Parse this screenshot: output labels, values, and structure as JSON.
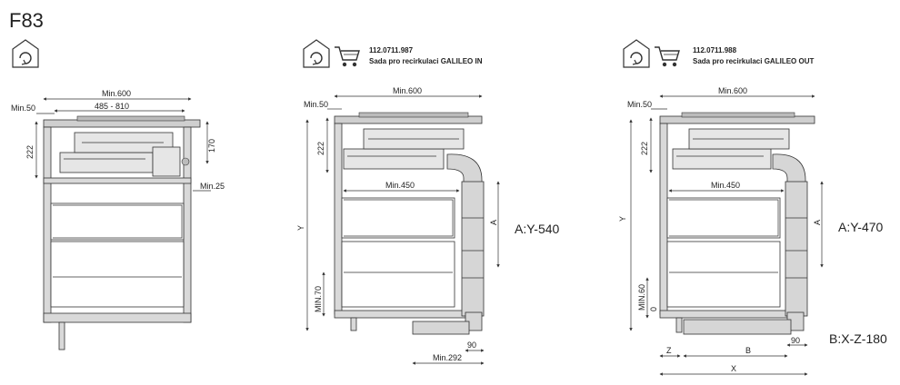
{
  "model": "F83",
  "panels": [
    {
      "part_number": "",
      "part_name": "",
      "dims": {
        "min_width": "Min.600",
        "min_front": "Min.50",
        "range": "485  -  810",
        "height_left": "222",
        "height_right": "170",
        "min_back": "Min.25"
      }
    },
    {
      "part_number": "112.0711.987",
      "part_name": "Sada pro recirkulaci GALILEO IN",
      "dims": {
        "min_width": "Min.600",
        "min_front": "Min.50",
        "height_left": "222",
        "min_inner": "Min.450",
        "y_label": "Y",
        "a_label": "A",
        "min_bottom": "MIN.70",
        "depth_90": "90",
        "min_292": "Min.292"
      },
      "formula_a": "A:Y-540"
    },
    {
      "part_number": "112.0711.988",
      "part_name": "Sada pro recirkulaci GALILEO OUT",
      "dims": {
        "min_width": "Min.600",
        "min_front": "Min.50",
        "height_left": "222",
        "min_inner": "Min.450",
        "y_label": "Y",
        "a_label": "A",
        "min_bottom": "MIN.60",
        "zero": "0",
        "depth_90": "90",
        "z_label": "Z",
        "b_label": "B",
        "x_label": "X"
      },
      "formula_a": "A:Y-470",
      "formula_b": "B:X-Z-180"
    }
  ]
}
